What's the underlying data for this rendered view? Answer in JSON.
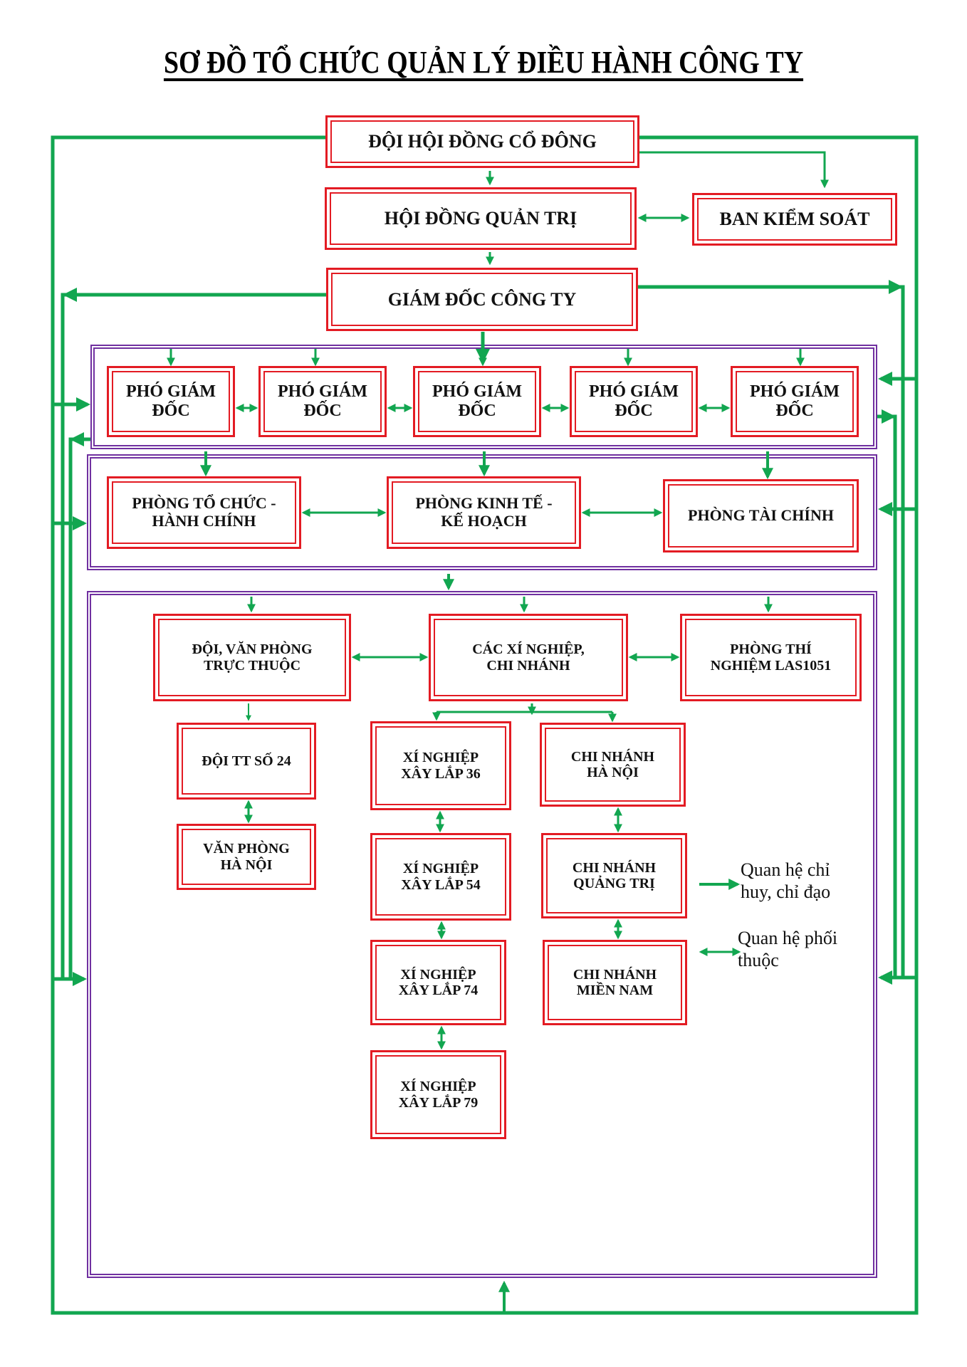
{
  "title": "SƠ ĐỒ TỔ CHỨC QUẢN LÝ ĐIỀU HÀNH CÔNG TY",
  "colors": {
    "box_border": "#e31b23",
    "group_border": "#7030a0",
    "arrow": "#12a650",
    "text": "#111111"
  },
  "top": {
    "general_meeting": "ĐỘI HỘI ĐỒNG CỔ ĐÔNG",
    "board": "HỘI ĐỒNG QUẢN TRỊ",
    "supervisory": "BAN KIỂM SOÁT",
    "director": "GIÁM ĐỐC CÔNG TY"
  },
  "deputies": [
    {
      "label": "PHÓ GIÁM\nĐỐC"
    },
    {
      "label": "PHÓ GIÁM\nĐỐC"
    },
    {
      "label": "PHÓ GIÁM\nĐỐC"
    },
    {
      "label": "PHÓ GIÁM\nĐỐC"
    },
    {
      "label": "PHÓ GIÁM\nĐỐC"
    }
  ],
  "departments": [
    {
      "label": "PHÒNG TỔ CHỨC -\nHÀNH CHÍNH"
    },
    {
      "label": "PHÒNG KINH TẾ -\nKẾ HOẠCH"
    },
    {
      "label": "PHÒNG TÀI CHÍNH"
    }
  ],
  "units": {
    "direct_offices": "ĐỘI, VĂN PHÒNG\nTRỰC THUỘC",
    "enterprises_branches": "CÁC XÍ NGHIỆP,\nCHI NHÁNH",
    "lab": "PHÒNG THÍ\nNGHIỆM LAS1051",
    "team_24": "ĐỘI TT SỐ 24",
    "hanoi_office": "VĂN PHÒNG\nHÀ NỘI",
    "enterprises": [
      {
        "label": "XÍ NGHIỆP\nXÂY LẮP 36"
      },
      {
        "label": "XÍ NGHIỆP\nXÂY LẮP 54"
      },
      {
        "label": "XÍ NGHIỆP\nXÂY LẮP 74"
      },
      {
        "label": "XÍ NGHIỆP\nXÂY LẮP 79"
      }
    ],
    "branches": [
      {
        "label": "CHI NHÁNH\nHÀ NỘI"
      },
      {
        "label": "CHI NHÁNH\nQUẢNG TRỊ"
      },
      {
        "label": "CHI NHÁNH\nMIỀN NAM"
      }
    ]
  },
  "legend": {
    "command": "Quan hệ chỉ\nhuy, chỉ đạo",
    "coordination": "Quan hệ phối\nthuộc"
  }
}
